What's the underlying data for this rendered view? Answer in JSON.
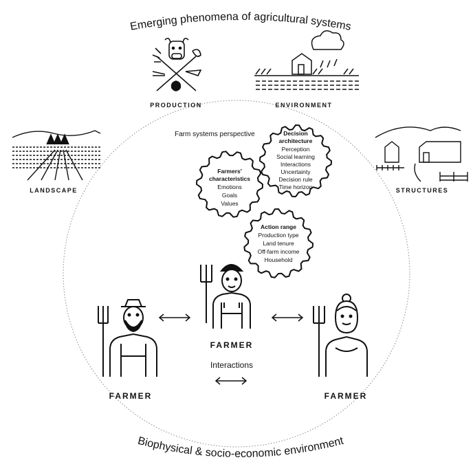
{
  "top_title": "Emerging phenomena of agricultural systems",
  "bottom_title": "Biophysical & socio-economic environment",
  "icons": {
    "production": "PRODUCTION",
    "environment": "ENVIRONMENT",
    "landscape": "LANDSCAPE",
    "structures": "STRUCTURES"
  },
  "perspective_label": "Farm systems perspective",
  "gears": {
    "farmers": {
      "title_line1": "Farmers'",
      "title_line2": "characteristics",
      "items": [
        "Emotions",
        "Goals",
        "Values"
      ]
    },
    "decision": {
      "title_line1": "Decision",
      "title_line2": "architecture",
      "items": [
        "Perception",
        "Social learning",
        "Interactions",
        "Uncertainty",
        "Decision rule",
        "Time horizon"
      ]
    },
    "action": {
      "title_line1": "Action range",
      "items": [
        "Production type",
        "Land tenure",
        "Off-farm income",
        "Household"
      ]
    }
  },
  "farmers": {
    "left": "FARMER",
    "center": "FARMER",
    "right": "FARMER"
  },
  "interactions_label": "Interactions"
}
